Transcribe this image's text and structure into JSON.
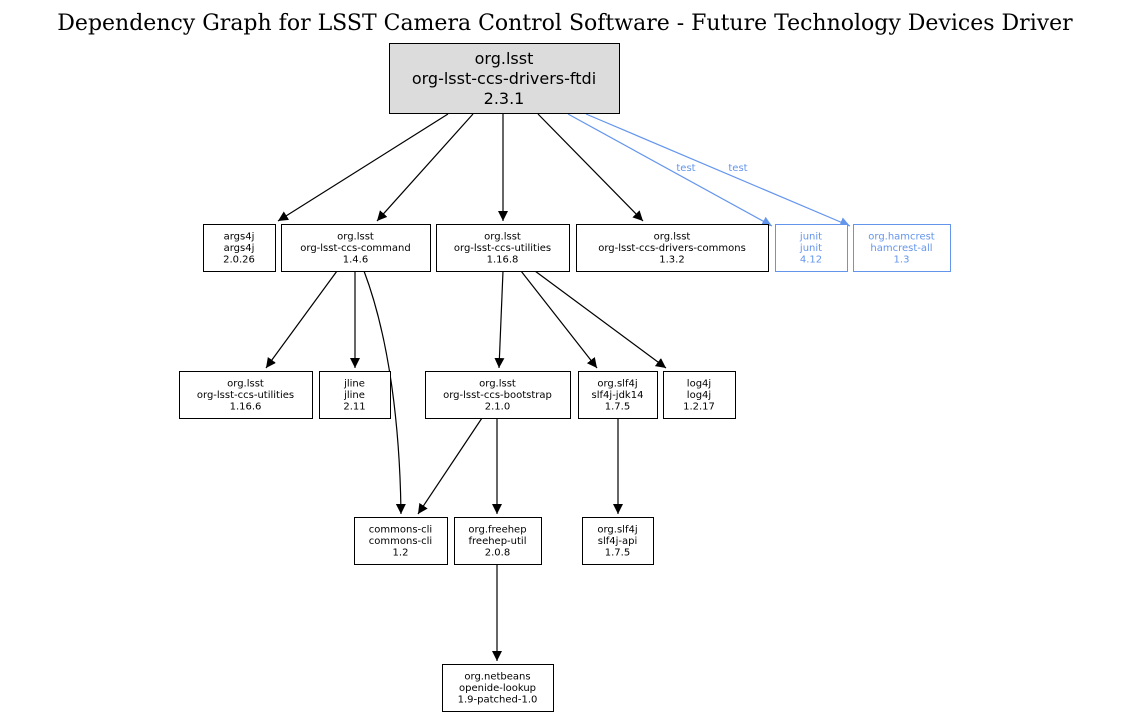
{
  "title": "Dependency Graph for LSST Camera Control Software - Future Technology Devices Driver",
  "colors": {
    "root_fill": "#dcdcdc",
    "node_stroke": "#000000",
    "test_color": "#6495ed"
  },
  "nodes": [
    {
      "id": "root",
      "lines": [
        "org.lsst",
        "org-lsst-ccs-drivers-ftdi",
        "2.3.1"
      ],
      "scope": "root"
    },
    {
      "id": "args4j",
      "lines": [
        "args4j",
        "args4j",
        "2.0.26"
      ],
      "scope": "compile"
    },
    {
      "id": "command",
      "lines": [
        "org.lsst",
        "org-lsst-ccs-command",
        "1.4.6"
      ],
      "scope": "compile"
    },
    {
      "id": "utilities1168",
      "lines": [
        "org.lsst",
        "org-lsst-ccs-utilities",
        "1.16.8"
      ],
      "scope": "compile"
    },
    {
      "id": "commons",
      "lines": [
        "org.lsst",
        "org-lsst-ccs-drivers-commons",
        "1.3.2"
      ],
      "scope": "compile"
    },
    {
      "id": "junit",
      "lines": [
        "junit",
        "junit",
        "4.12"
      ],
      "scope": "test"
    },
    {
      "id": "hamcrest",
      "lines": [
        "org.hamcrest",
        "hamcrest-all",
        "1.3"
      ],
      "scope": "test"
    },
    {
      "id": "utilities1166",
      "lines": [
        "org.lsst",
        "org-lsst-ccs-utilities",
        "1.16.6"
      ],
      "scope": "compile"
    },
    {
      "id": "jline",
      "lines": [
        "jline",
        "jline",
        "2.11"
      ],
      "scope": "compile"
    },
    {
      "id": "bootstrap",
      "lines": [
        "org.lsst",
        "org-lsst-ccs-bootstrap",
        "2.1.0"
      ],
      "scope": "compile"
    },
    {
      "id": "jdk14",
      "lines": [
        "org.slf4j",
        "slf4j-jdk14",
        "1.7.5"
      ],
      "scope": "compile"
    },
    {
      "id": "log4j",
      "lines": [
        "log4j",
        "log4j",
        "1.2.17"
      ],
      "scope": "compile"
    },
    {
      "id": "cli",
      "lines": [
        "commons-cli",
        "commons-cli",
        "1.2"
      ],
      "scope": "compile"
    },
    {
      "id": "freehep",
      "lines": [
        "org.freehep",
        "freehep-util",
        "2.0.8"
      ],
      "scope": "compile"
    },
    {
      "id": "slf4japi",
      "lines": [
        "org.slf4j",
        "slf4j-api",
        "1.7.5"
      ],
      "scope": "compile"
    },
    {
      "id": "openide",
      "lines": [
        "org.netbeans",
        "openide-lookup",
        "1.9-patched-1.0"
      ],
      "scope": "compile"
    }
  ],
  "edges": [
    {
      "from": "root",
      "to": "args4j",
      "label": ""
    },
    {
      "from": "root",
      "to": "command",
      "label": ""
    },
    {
      "from": "root",
      "to": "utilities1168",
      "label": ""
    },
    {
      "from": "root",
      "to": "commons",
      "label": ""
    },
    {
      "from": "root",
      "to": "junit",
      "label": "test"
    },
    {
      "from": "root",
      "to": "hamcrest",
      "label": "test"
    },
    {
      "from": "command",
      "to": "utilities1166",
      "label": ""
    },
    {
      "from": "command",
      "to": "jline",
      "label": ""
    },
    {
      "from": "command",
      "to": "cli",
      "label": ""
    },
    {
      "from": "utilities1168",
      "to": "bootstrap",
      "label": ""
    },
    {
      "from": "utilities1168",
      "to": "jdk14",
      "label": ""
    },
    {
      "from": "utilities1168",
      "to": "log4j",
      "label": ""
    },
    {
      "from": "bootstrap",
      "to": "cli",
      "label": ""
    },
    {
      "from": "bootstrap",
      "to": "freehep",
      "label": ""
    },
    {
      "from": "jdk14",
      "to": "slf4japi",
      "label": ""
    },
    {
      "from": "freehep",
      "to": "openide",
      "label": ""
    }
  ]
}
